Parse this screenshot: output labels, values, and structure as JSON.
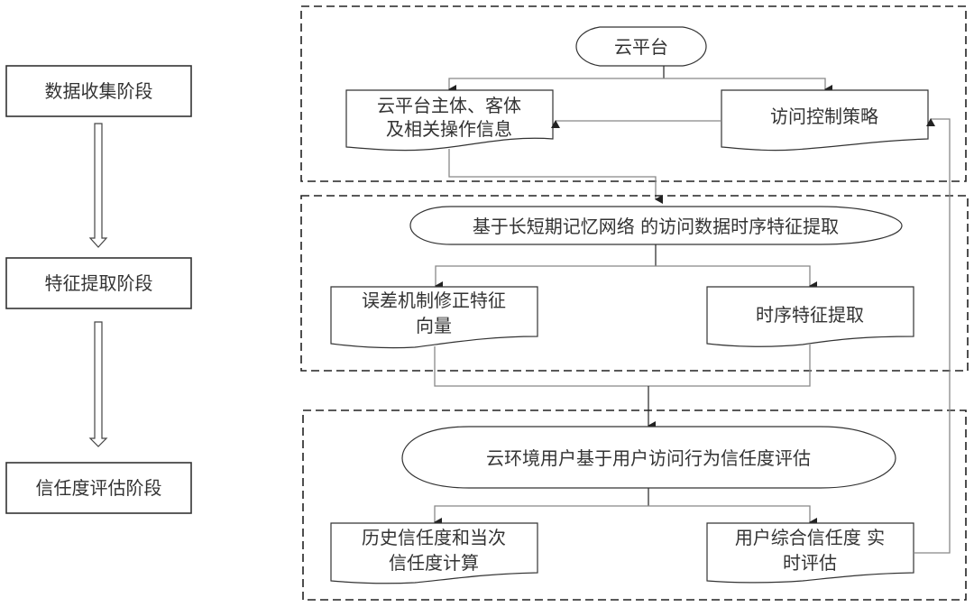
{
  "stages": [
    {
      "label": "数据收集阶段"
    },
    {
      "label": "特征提取阶段"
    },
    {
      "label": "信任度评估阶段"
    }
  ],
  "group1": {
    "cloud_platform": "云平台",
    "info_doc": [
      "云平台主体、客体",
      "及相关操作信息"
    ],
    "policy_doc": "访问控制策略"
  },
  "group2": {
    "lstm_process": "基于长短期记忆网络 的访问数据时序特征提取",
    "error_doc": [
      "误差机制修正特征",
      "向量"
    ],
    "temporal_doc": "时序特征提取"
  },
  "group3": {
    "trust_process": "云环境用户基于用户访问行为信任度评估",
    "history_doc": [
      "历史信任度和当次",
      "信任度计算"
    ],
    "realtime_doc": [
      "用户综合信任度 实",
      "时评估"
    ]
  }
}
